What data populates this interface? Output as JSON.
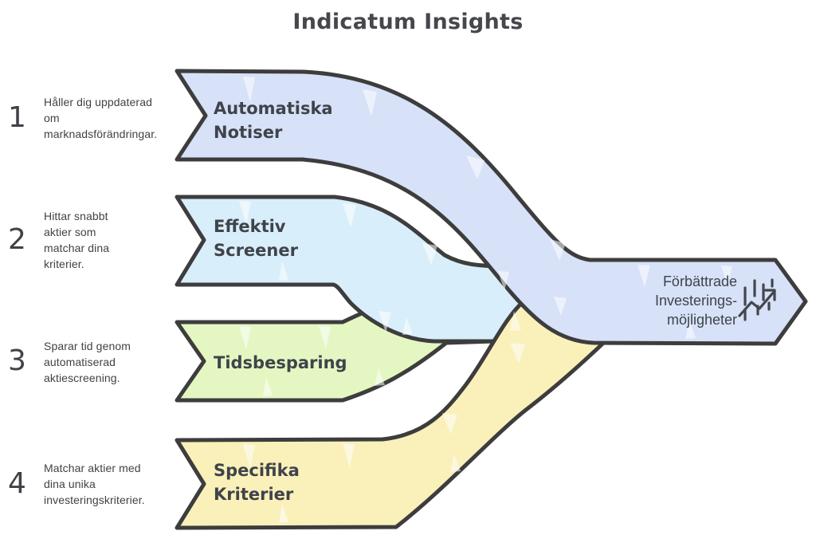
{
  "title": "Indicatum Insights",
  "colors": {
    "outline": "#3d3d3d",
    "text": "#3f4247",
    "step1": "#d7e1f8",
    "step2": "#d8eefa",
    "step3": "#e4f7c2",
    "step4": "#faf0ba",
    "outcome": "#d7e1f8"
  },
  "steps": [
    {
      "number": "1",
      "description": "Håller dig uppdaterad\nom\nmarknadsförändringar.",
      "label": "Automatiska\nNotiser",
      "color": "#d7e1f8"
    },
    {
      "number": "2",
      "description": "Hittar snabbt\naktier som\nmatchar dina\nkriterier.",
      "label": "Effektiv\nScreener",
      "color": "#d8eefa"
    },
    {
      "number": "3",
      "description": "Sparar tid genom\nautomatiserad\naktiescreening.",
      "label": "Tidsbesparing",
      "color": "#e4f7c2"
    },
    {
      "number": "4",
      "description": "Matchar aktier med\ndina unika\ninvesteringskriterier.",
      "label": "Specifika\nKriterier",
      "color": "#faf0ba"
    }
  ],
  "outcome": {
    "label": "Förbättrade\nInvesterings-\nmöjligheter",
    "icon": "stock-chart-icon",
    "color": "#d7e1f8"
  }
}
